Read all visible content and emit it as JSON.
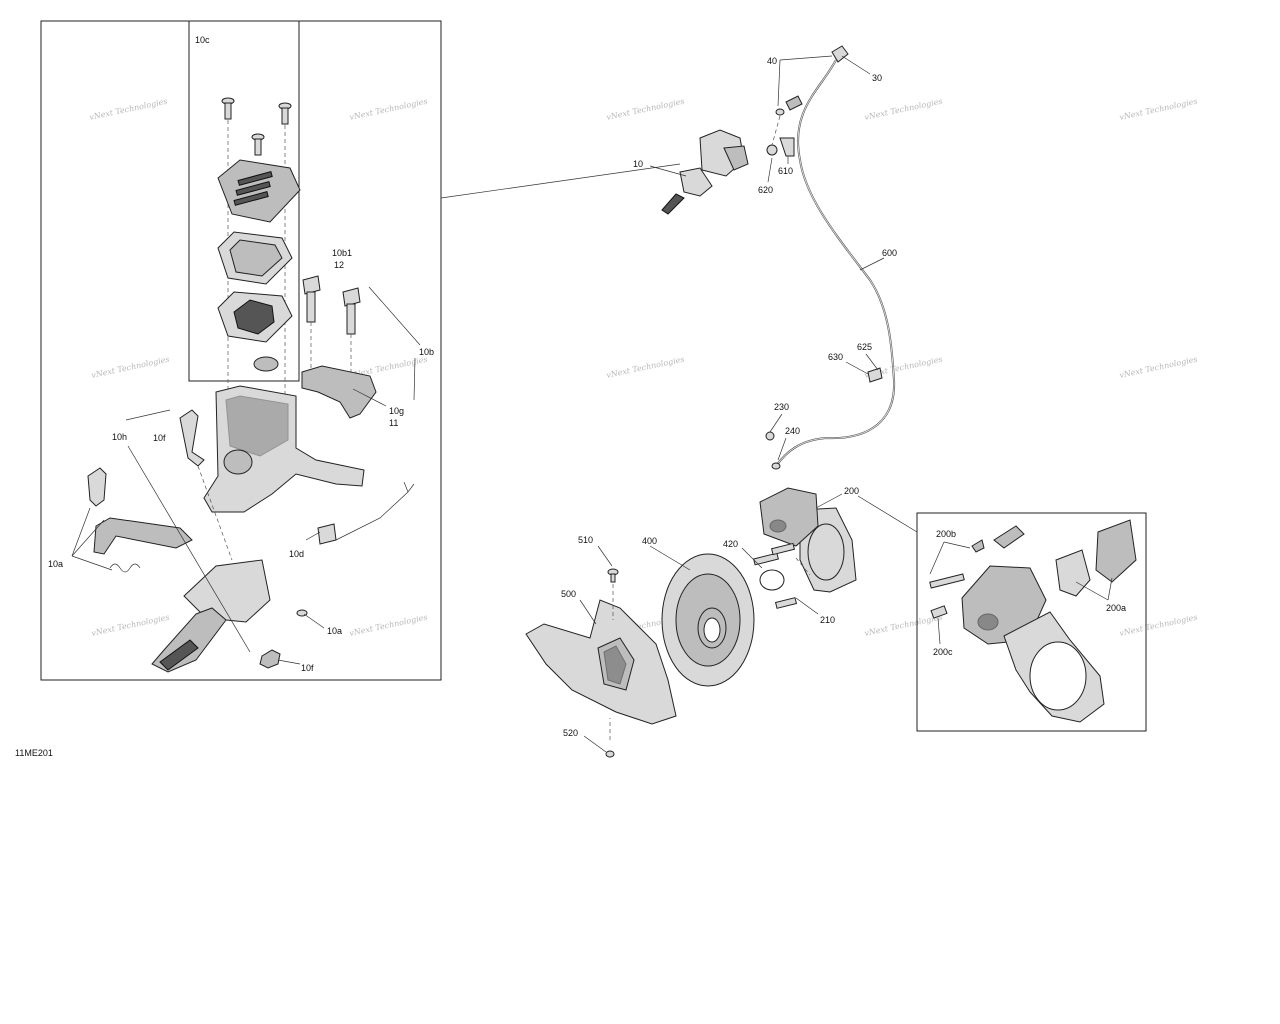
{
  "diagram": {
    "code": "11ME201",
    "watermark": "vNext Technologies",
    "callouts": {
      "c40": "40",
      "c30": "30",
      "c10": "10",
      "c620": "620",
      "c610": "610",
      "c600": "600",
      "c625": "625",
      "c630": "630",
      "c230": "230",
      "c240": "240",
      "c200": "200",
      "c510": "510",
      "c400": "400",
      "c420": "420",
      "c500": "500",
      "c210": "210",
      "c520": "520",
      "c200b": "200b",
      "c200a": "200a",
      "c200c": "200c",
      "c10c": "10c",
      "c10b1": "10b1",
      "c12": "12",
      "c10b": "10b",
      "c10g": "10g",
      "c11": "11",
      "c10h": "10h",
      "c10f_top": "10f",
      "c10d": "10d",
      "c10a_left": "10a",
      "c10a_right": "10a",
      "c10f_bottom": "10f"
    }
  }
}
